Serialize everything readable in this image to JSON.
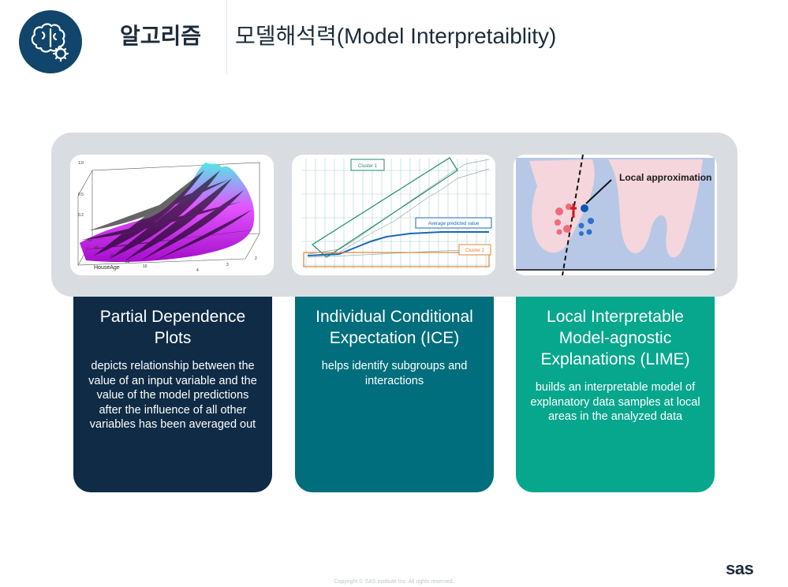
{
  "header": {
    "title_main": "알고리즘",
    "title_sub": "모델해석력(Model Interpretaiblity)",
    "logo_icon": "brain-gear-icon",
    "logo_color": "#11456b"
  },
  "images": {
    "pdp": {
      "axis_label": "HouseAge",
      "ticks_z": [
        "1.0",
        "0.5",
        "0.2"
      ],
      "ticks_x": [
        "50",
        "40",
        "30",
        "20",
        "10"
      ],
      "ticks_y": [
        "2",
        "3",
        "4"
      ]
    },
    "ice": {
      "cluster1_label": "Cluster 1",
      "avg_label": "Average predicted value",
      "cluster2_label": "Cluster 2"
    },
    "lime": {
      "label": "Local approximation"
    }
  },
  "cards": [
    {
      "title": "Partial Dependence Plots",
      "desc": "depicts relationship between the value of an input variable and the value of the model predictions after the influence of all other variables has been averaged out",
      "color": "#0f2b45"
    },
    {
      "title": "Individual Conditional Expectation (ICE)",
      "desc": "helps identify subgroups and interactions",
      "color": "#006e7c"
    },
    {
      "title": "Local Interpretable Model-agnostic Explanations (LIME)",
      "desc": "builds an interpretable model of explanatory data samples at local areas in the analyzed data",
      "color": "#07a78d"
    }
  ],
  "footer": {
    "brand": "sas",
    "copyright": "Copyright © SAS Institute Inc. All rights reserved."
  }
}
